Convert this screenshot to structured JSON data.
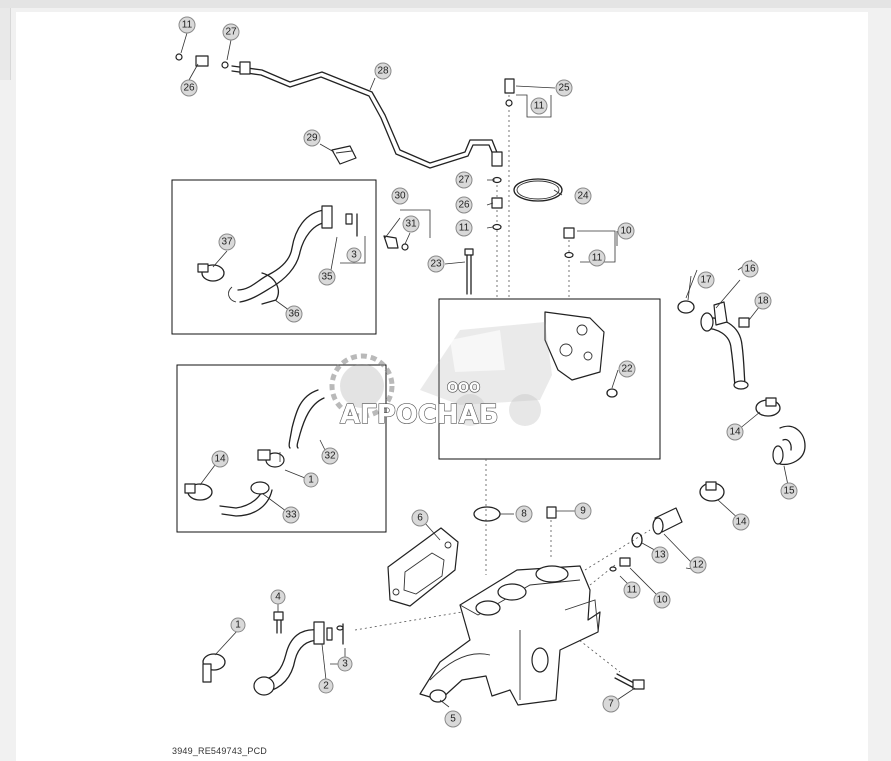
{
  "figure": {
    "caption": "3949_RE549743_PCD"
  },
  "watermark": {
    "line1": "ООО",
    "line2": "АГРОСНАБ"
  },
  "callouts": {
    "c1": "1",
    "c1b": "1",
    "c2": "2",
    "c3": "3",
    "c3b": "3",
    "c4": "4",
    "c5": "5",
    "c6": "6",
    "c7": "7",
    "c8": "8",
    "c9": "9",
    "c10": "10",
    "c10b": "10",
    "c11a": "11",
    "c11b": "11",
    "c11c": "11",
    "c11d": "11",
    "c11e": "11",
    "c12": "12",
    "c13": "13",
    "c14a": "14",
    "c14b": "14",
    "c14c": "14",
    "c15": "15",
    "c16": "16",
    "c17": "17",
    "c18": "18",
    "c22": "22",
    "c23": "23",
    "c24": "24",
    "c25": "25",
    "c26a": "26",
    "c26b": "26",
    "c27a": "27",
    "c27b": "27",
    "c28": "28",
    "c29": "29",
    "c30": "30",
    "c31": "31",
    "c32": "32",
    "c33": "33",
    "c35": "35",
    "c36": "36",
    "c37": "37"
  },
  "colors": {
    "callout_fill": "#d9d9d9",
    "line": "#222222",
    "watermark_gray": "#8c8c8c"
  }
}
